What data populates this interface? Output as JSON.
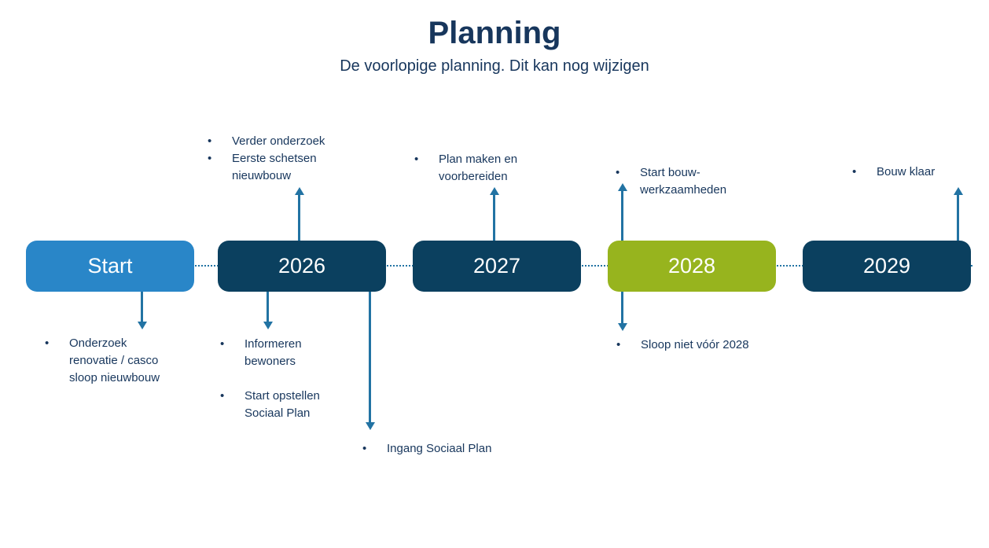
{
  "header": {
    "title": "Planning",
    "subtitle": "De voorlopige planning. Dit kan nog wijzigen"
  },
  "colors": {
    "navy": "#0b405f",
    "blue": "#2986c8",
    "green": "#97b41e",
    "arrow": "#2273a3",
    "text": "#17365c"
  },
  "bullet_char": "•",
  "timeline": {
    "nodes": [
      {
        "label": "Start",
        "color": "blue"
      },
      {
        "label": "2026",
        "color": "navy"
      },
      {
        "label": "2027",
        "color": "navy"
      },
      {
        "label": "2028",
        "color": "green"
      },
      {
        "label": "2029",
        "color": "navy"
      }
    ]
  },
  "annotations": [
    {
      "name": "above-2026",
      "items": [
        "Verder onderzoek",
        "Eerste schetsen nieuwbouw"
      ]
    },
    {
      "name": "above-2027",
      "items": [
        "Plan maken en voorbereiden"
      ]
    },
    {
      "name": "above-2028",
      "items": [
        "Start bouw-werkzaamheden"
      ]
    },
    {
      "name": "above-2029",
      "items": [
        "Bouw klaar"
      ]
    },
    {
      "name": "below-start",
      "items": [
        "Onderzoek renovatie / casco sloop nieuwbouw"
      ]
    },
    {
      "name": "below-2026",
      "items": [
        "Informeren bewoners",
        "Start opstellen Sociaal Plan"
      ]
    },
    {
      "name": "below-2026-far",
      "items": [
        "Ingang Sociaal Plan"
      ]
    },
    {
      "name": "below-2028",
      "items": [
        "Sloop niet vóór 2028"
      ]
    }
  ]
}
